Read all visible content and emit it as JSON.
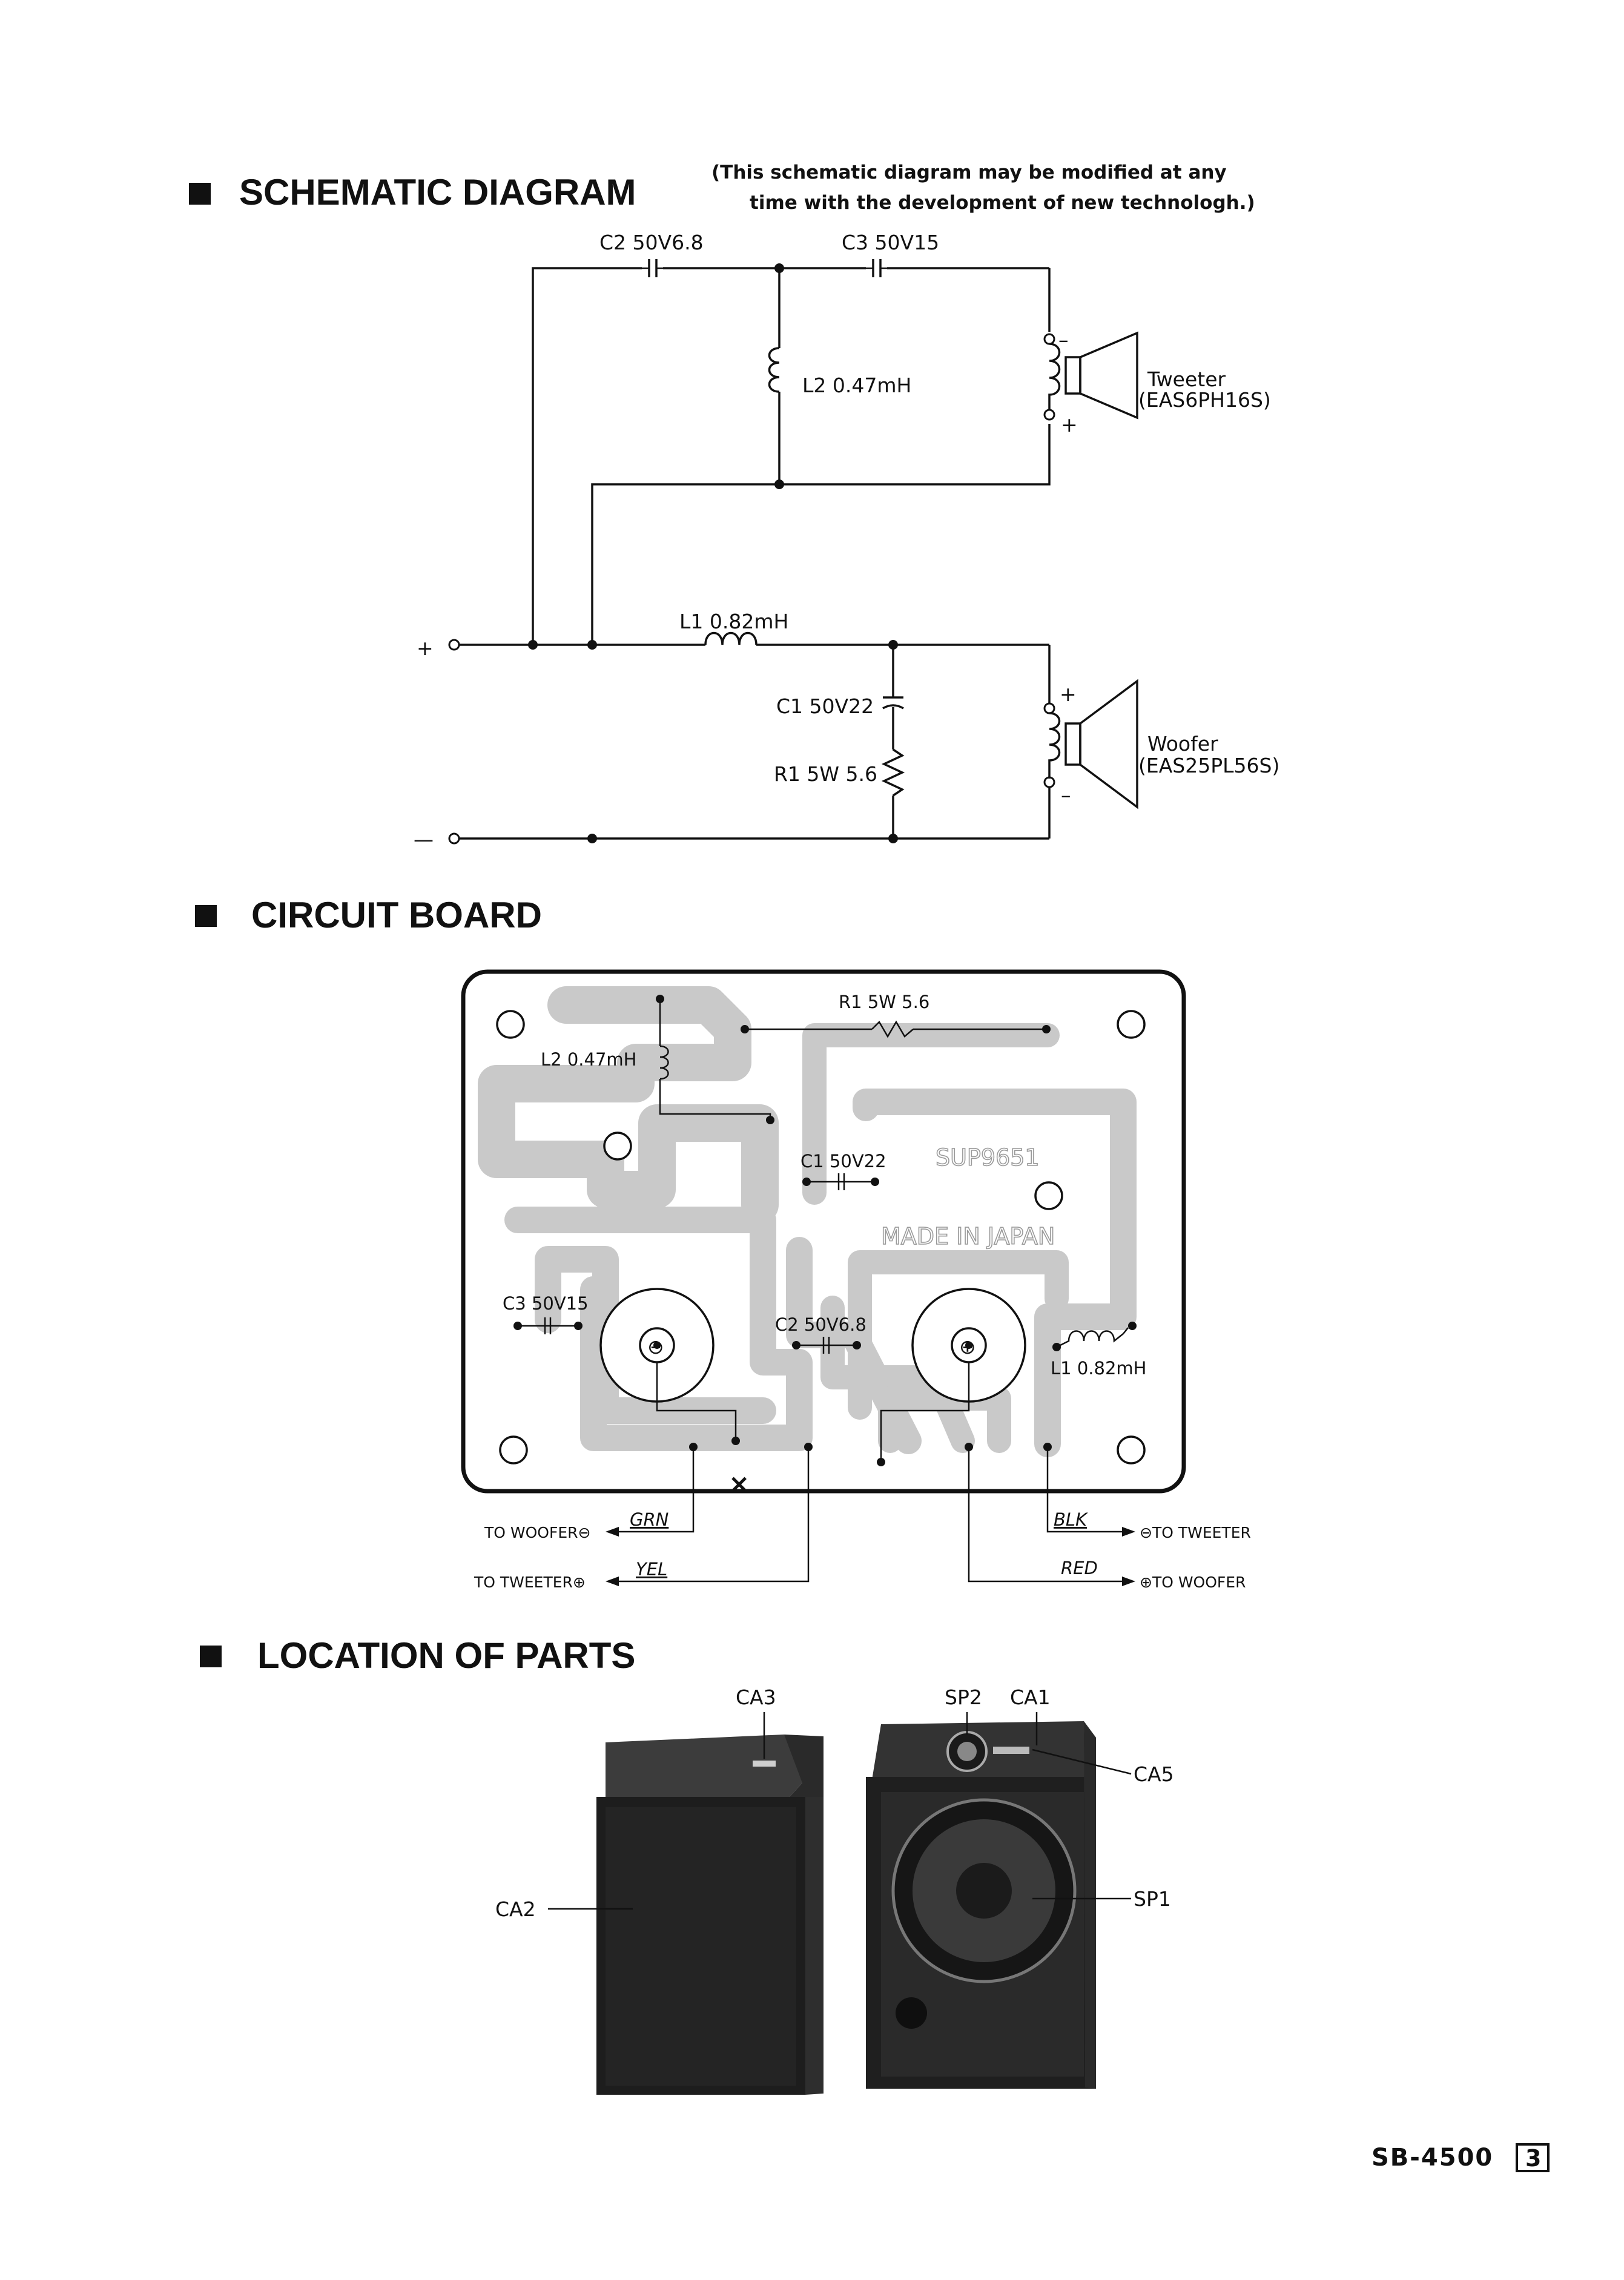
{
  "schematic": {
    "title": "SCHEMATIC DIAGRAM",
    "note_line1": "(This schematic diagram may be modified at any",
    "note_line2": "time with the development of new technologh.)",
    "c2": "C2 50V6.8",
    "c3": "C3 50V15",
    "l2": "L2 0.47mH",
    "l1": "L1 0.82mH",
    "c1": "C1 50V22",
    "r1": "R1 5W 5.6",
    "tweeter": "Tweeter",
    "tweeter_part": "(EAS6PH16S)",
    "woofer": "Woofer",
    "woofer_part": "(EAS25PL56S)",
    "plus": "+",
    "minus": "—",
    "spk_plus": "+",
    "spk_minus": "–"
  },
  "circuit_board": {
    "title": "CIRCUIT BOARD",
    "r1": "R1 5W 5.6",
    "l2": "L2 0.47mH",
    "c1": "C1 50V22",
    "board_code": "SUP9651",
    "made_in": "MADE IN JAPAN",
    "c3": "C3 50V15",
    "c2": "C2 50V6.8",
    "l1": "L1 0.82mH",
    "grn": "GRN",
    "yel": "YEL",
    "blk": "BLK",
    "red": "RED",
    "to_woofer_minus": "TO WOOFER⊖",
    "to_tweeter_plus": "TO TWEETER⊕",
    "to_tweeter_minus": "⊖TO TWEETER",
    "to_woofer_plus": "⊕TO WOOFER",
    "x_mark": "×",
    "terminal_minus": "⊖",
    "terminal_plus": "⊕"
  },
  "location_of_parts": {
    "title": "LOCATION OF PARTS",
    "ca3": "CA3",
    "sp2": "SP2",
    "ca1": "CA1",
    "ca5": "CA5",
    "ca2": "CA2",
    "sp1": "SP1"
  },
  "footer": {
    "model": "SB-4500",
    "page": "3"
  }
}
